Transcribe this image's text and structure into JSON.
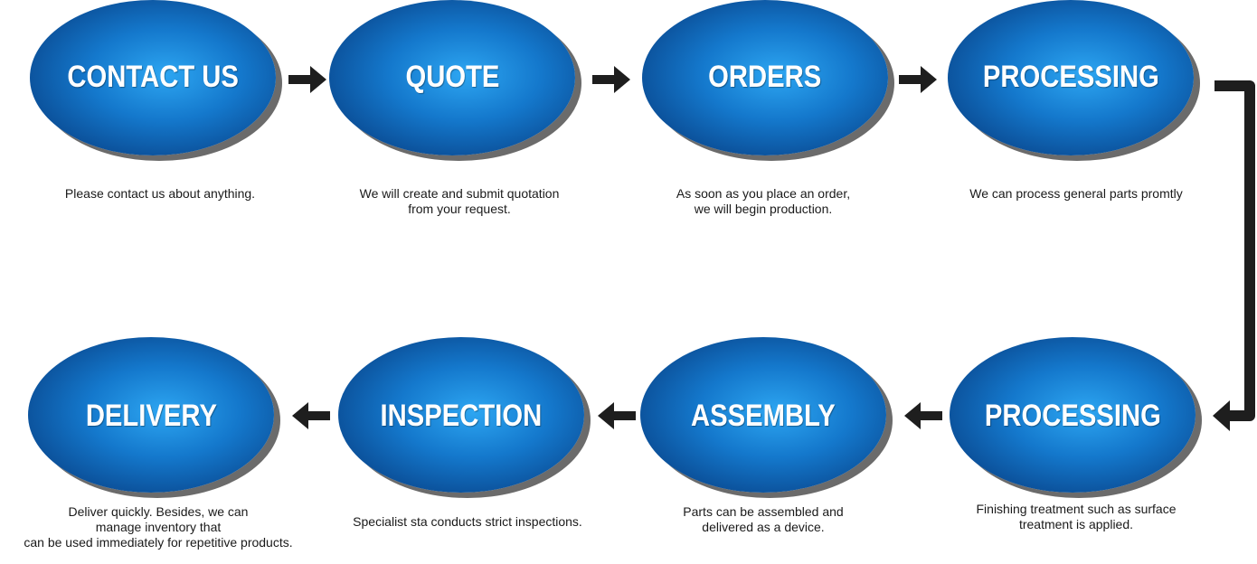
{
  "nodes": [
    {
      "title": "CONTACT US",
      "desc": "Please contact us about anything."
    },
    {
      "title": "QUOTE",
      "desc": "We will create and submit quotation\nfrom your request."
    },
    {
      "title": "ORDERS",
      "desc": "As soon as you place an order,\nwe will begin production."
    },
    {
      "title": "PROCESSING",
      "desc": "We can process general parts promtly"
    },
    {
      "title": "PROCESSING",
      "desc": "Finishing treatment such as surface\ntreatment is applied."
    },
    {
      "title": "ASSEMBLY",
      "desc": "Parts can be assembled and\ndelivered as a device."
    },
    {
      "title": "INSPECTION",
      "desc": "Specialist sta conducts strict inspections."
    },
    {
      "title": "DELIVERY",
      "desc": "Deliver quickly. Besides, we can\nmanage inventory that\ncan be used immediately for repetitive products."
    }
  ],
  "colors": {
    "node_center": "#2da6f2",
    "node_edge": "#083c7a",
    "shadow": "#6b6b6b",
    "arrow": "#1e1e1e"
  }
}
